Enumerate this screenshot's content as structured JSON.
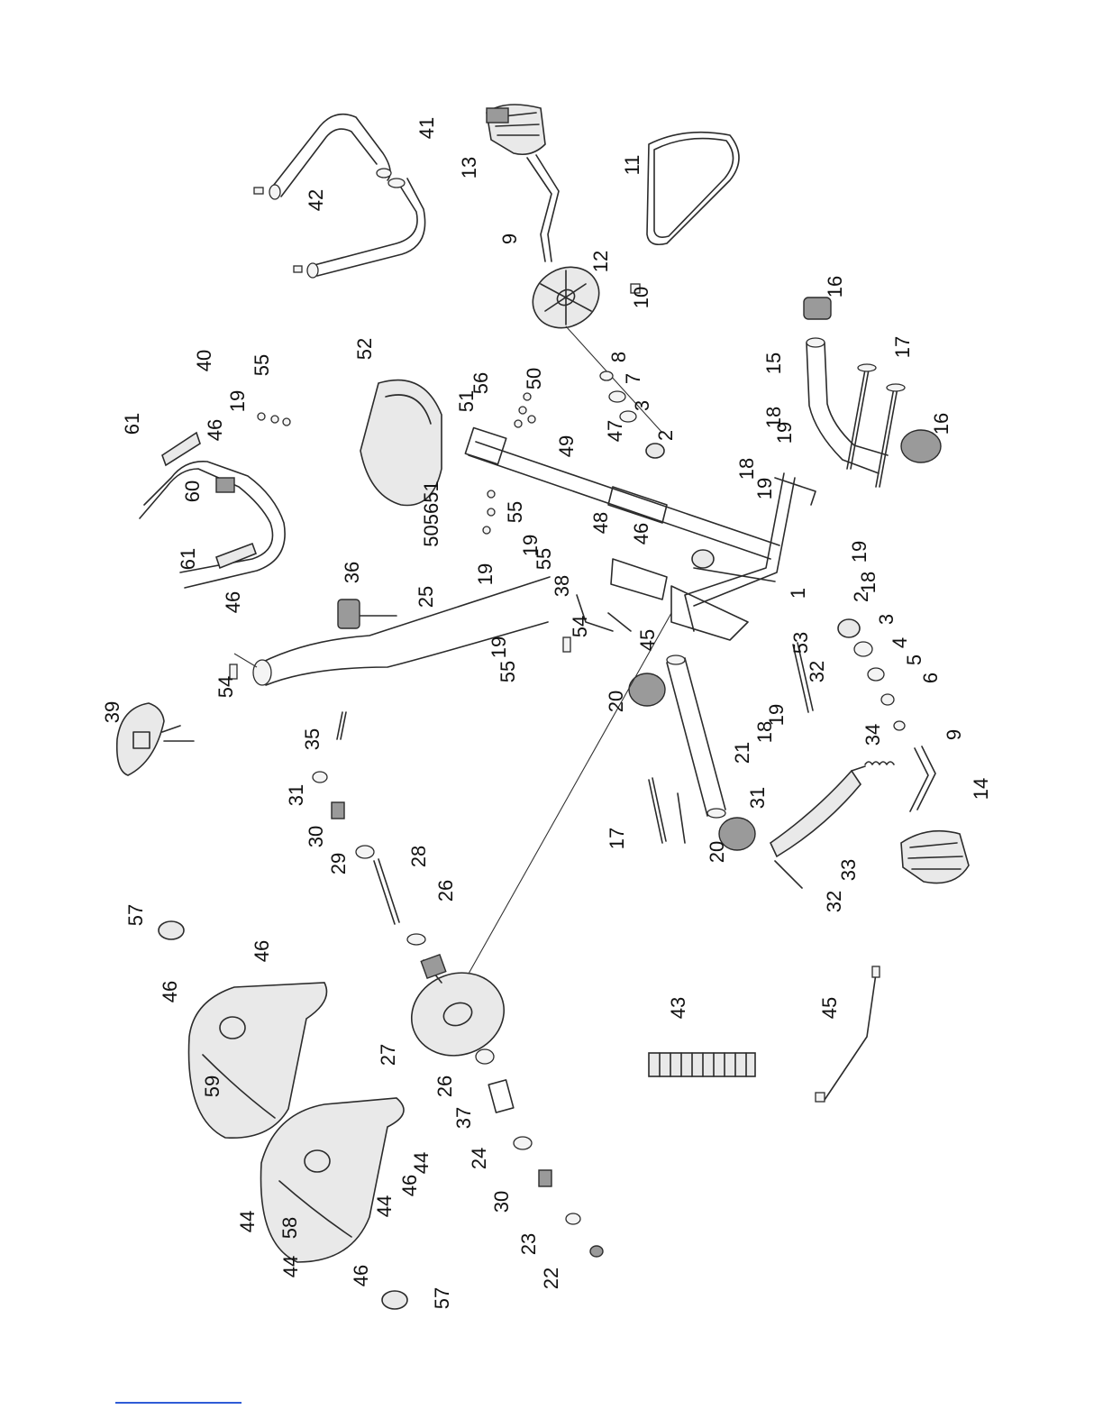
{
  "callouts": [
    {
      "id": "c41",
      "label": "41"
    },
    {
      "id": "c42",
      "label": "42"
    },
    {
      "id": "c13",
      "label": "13"
    },
    {
      "id": "c11",
      "label": "11"
    },
    {
      "id": "c9a",
      "label": "9"
    },
    {
      "id": "c12",
      "label": "12"
    },
    {
      "id": "c10",
      "label": "10"
    },
    {
      "id": "c16a",
      "label": "16"
    },
    {
      "id": "c40",
      "label": "40"
    },
    {
      "id": "c55a",
      "label": "55"
    },
    {
      "id": "c52",
      "label": "52"
    },
    {
      "id": "c56a",
      "label": "56"
    },
    {
      "id": "c50a",
      "label": "50"
    },
    {
      "id": "c51a",
      "label": "51"
    },
    {
      "id": "c8",
      "label": "8"
    },
    {
      "id": "c7",
      "label": "7"
    },
    {
      "id": "c3a",
      "label": "3"
    },
    {
      "id": "c17a",
      "label": "17"
    },
    {
      "id": "c15",
      "label": "15"
    },
    {
      "id": "c61a",
      "label": "61"
    },
    {
      "id": "c19a",
      "label": "19"
    },
    {
      "id": "c46a",
      "label": "46"
    },
    {
      "id": "c47",
      "label": "47"
    },
    {
      "id": "c2a",
      "label": "2"
    },
    {
      "id": "c49",
      "label": "49"
    },
    {
      "id": "c18a",
      "label": "18"
    },
    {
      "id": "c19b",
      "label": "19"
    },
    {
      "id": "c16b",
      "label": "16"
    },
    {
      "id": "c60",
      "label": "60"
    },
    {
      "id": "c505651",
      "label": "505651"
    },
    {
      "id": "c18b",
      "label": "18"
    },
    {
      "id": "c19c",
      "label": "19"
    },
    {
      "id": "c48",
      "label": "48"
    },
    {
      "id": "c61b",
      "label": "61"
    },
    {
      "id": "c55b",
      "label": "55"
    },
    {
      "id": "c46b",
      "label": "46"
    },
    {
      "id": "c36",
      "label": "36"
    },
    {
      "id": "c19d",
      "label": "19"
    },
    {
      "id": "c55c",
      "label": "55"
    },
    {
      "id": "c19e",
      "label": "19"
    },
    {
      "id": "c46c",
      "label": "46"
    },
    {
      "id": "c25",
      "label": "25"
    },
    {
      "id": "c19f",
      "label": "19"
    },
    {
      "id": "c38",
      "label": "38"
    },
    {
      "id": "c1",
      "label": "1"
    },
    {
      "id": "c18c",
      "label": "18"
    },
    {
      "id": "c2b",
      "label": "2"
    },
    {
      "id": "c54a",
      "label": "54"
    },
    {
      "id": "c45a",
      "label": "45"
    },
    {
      "id": "c53",
      "label": "53"
    },
    {
      "id": "c3b",
      "label": "3"
    },
    {
      "id": "c19g",
      "label": "19"
    },
    {
      "id": "c55d",
      "label": "55"
    },
    {
      "id": "c4",
      "label": "4"
    },
    {
      "id": "c5",
      "label": "5"
    },
    {
      "id": "c32a",
      "label": "32"
    },
    {
      "id": "c54b",
      "label": "54"
    },
    {
      "id": "c6",
      "label": "6"
    },
    {
      "id": "c39",
      "label": "39"
    },
    {
      "id": "c20a",
      "label": "20"
    },
    {
      "id": "c19h",
      "label": "19"
    },
    {
      "id": "c18d",
      "label": "18"
    },
    {
      "id": "c35",
      "label": "35"
    },
    {
      "id": "c34",
      "label": "34"
    },
    {
      "id": "c9b",
      "label": "9"
    },
    {
      "id": "c21",
      "label": "21"
    },
    {
      "id": "c31a",
      "label": "31"
    },
    {
      "id": "c31b",
      "label": "31"
    },
    {
      "id": "c14",
      "label": "14"
    },
    {
      "id": "c30a",
      "label": "30"
    },
    {
      "id": "c17b",
      "label": "17"
    },
    {
      "id": "c29",
      "label": "29"
    },
    {
      "id": "c28",
      "label": "28"
    },
    {
      "id": "c20b",
      "label": "20"
    },
    {
      "id": "c33",
      "label": "33"
    },
    {
      "id": "c32b",
      "label": "32"
    },
    {
      "id": "c26a",
      "label": "26"
    },
    {
      "id": "c57a",
      "label": "57"
    },
    {
      "id": "c46d",
      "label": "46"
    },
    {
      "id": "c46e",
      "label": "46"
    },
    {
      "id": "c43",
      "label": "43"
    },
    {
      "id": "c45b",
      "label": "45"
    },
    {
      "id": "c27",
      "label": "27"
    },
    {
      "id": "c59",
      "label": "59"
    },
    {
      "id": "c26b",
      "label": "26"
    },
    {
      "id": "c37",
      "label": "37"
    },
    {
      "id": "c44a",
      "label": "44"
    },
    {
      "id": "c24",
      "label": "24"
    },
    {
      "id": "c46f",
      "label": "46"
    },
    {
      "id": "c44b",
      "label": "44"
    },
    {
      "id": "c30b",
      "label": "30"
    },
    {
      "id": "c44c",
      "label": "44"
    },
    {
      "id": "c58",
      "label": "58"
    },
    {
      "id": "c23",
      "label": "23"
    },
    {
      "id": "c44d",
      "label": "44"
    },
    {
      "id": "c46g",
      "label": "46"
    },
    {
      "id": "c22",
      "label": "22"
    },
    {
      "id": "c57b",
      "label": "57"
    }
  ]
}
